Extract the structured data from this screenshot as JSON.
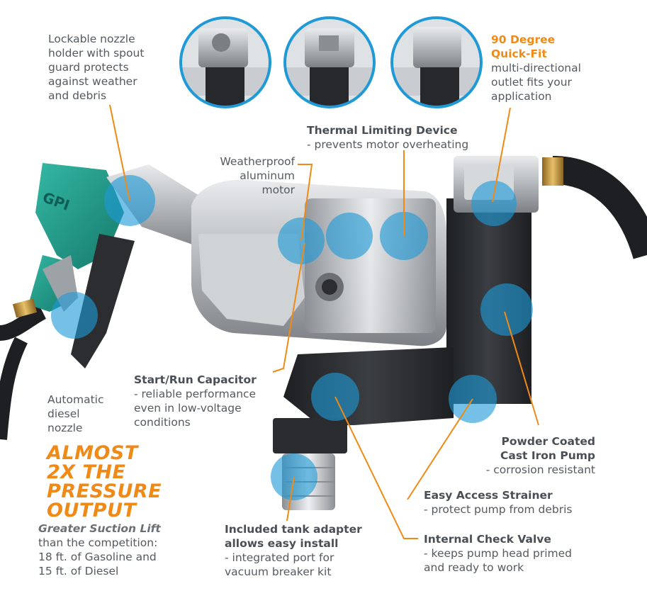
{
  "labels": {
    "nozzle_holder": [
      "Lockable nozzle",
      "holder with spout",
      "guard protects",
      "against weather",
      "and debris"
    ],
    "quick_fit_title": [
      "90 Degree",
      "Quick-Fit"
    ],
    "quick_fit_desc": [
      "multi-directional",
      "outlet fits your",
      "application"
    ],
    "thermal_title": "Thermal Limiting Device",
    "thermal_desc": "- prevents motor overheating",
    "motor": [
      "Weatherproof",
      "aluminum motor"
    ],
    "capacitor_title": "Start/Run Capacitor",
    "capacitor_desc": [
      "- reliable performance",
      "even in low-voltage",
      "conditions"
    ],
    "nozzle": [
      "Automatic",
      "diesel",
      "nozzle"
    ],
    "headline": [
      "ALMOST",
      "2X THE",
      "PRESSURE",
      "OUTPUT"
    ],
    "suction_title": "Greater Suction Lift",
    "suction_desc": [
      "than the competition:",
      "18 ft. of Gasoline and",
      "15 ft. of Diesel"
    ],
    "tank_title": [
      "Included tank adapter",
      "allows easy install"
    ],
    "tank_desc": [
      "- integrated port for",
      "vacuum breaker kit"
    ],
    "powder_title": [
      "Powder Coated",
      "Cast Iron Pump"
    ],
    "powder_desc": "- corrosion resistant",
    "strainer_title": "Easy Access Strainer",
    "strainer_desc": "- protect pump from debris",
    "check_title": "Internal Check Valve",
    "check_desc": [
      "- keeps pump head primed",
      "and ready to work"
    ],
    "nozzle_brand": "GPI"
  },
  "colors": {
    "accent": "#f08a16",
    "hotspot": "#1f9ad6",
    "nozzle_green": "#1e9c8a",
    "metal": "#b9bdc1",
    "iron": "#2a2c2f"
  }
}
